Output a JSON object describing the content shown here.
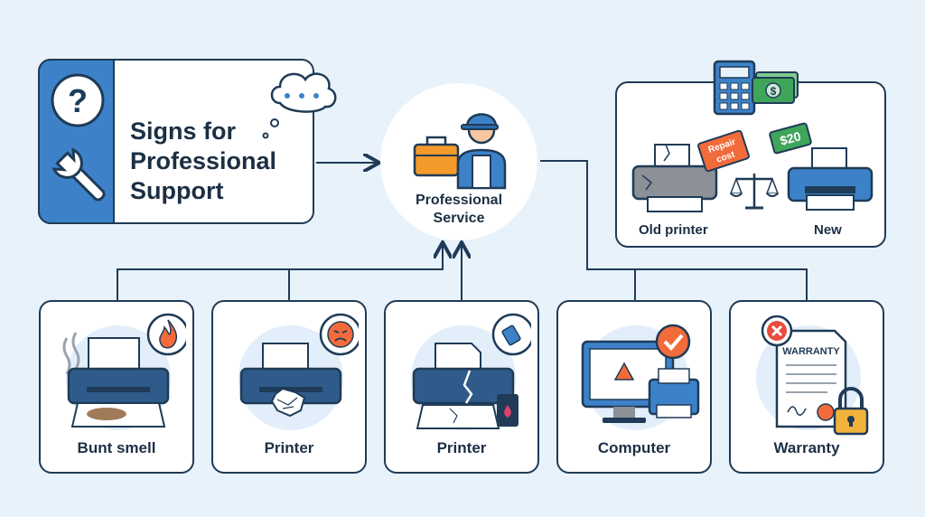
{
  "title": {
    "line1": "Signs for",
    "line2": "Professional",
    "line3": "Support"
  },
  "service": {
    "line1": "Professional",
    "line2": "Service"
  },
  "comparison": {
    "old_label": "Old printer",
    "new_label": "New",
    "repair_tag_line1": "Repair",
    "repair_tag_line2": "cost",
    "price_tag": "$20"
  },
  "cards": [
    {
      "label": "Bunt smell",
      "icon": "fire-icon"
    },
    {
      "label": "Printer",
      "icon": "angry-face-icon"
    },
    {
      "label": "Printer",
      "icon": "cartridge-icon"
    },
    {
      "label": "Computer",
      "icon": "checkmark-icon"
    },
    {
      "label": "Warranty",
      "icon": "lock-icon",
      "document_text": "WARRANTY"
    }
  ],
  "colors": {
    "background": "#e8f2fb",
    "accent_blue": "#3d82c8",
    "outline": "#1f3b57",
    "alert_orange": "#f26b3a",
    "money_green": "#3fa55b"
  }
}
